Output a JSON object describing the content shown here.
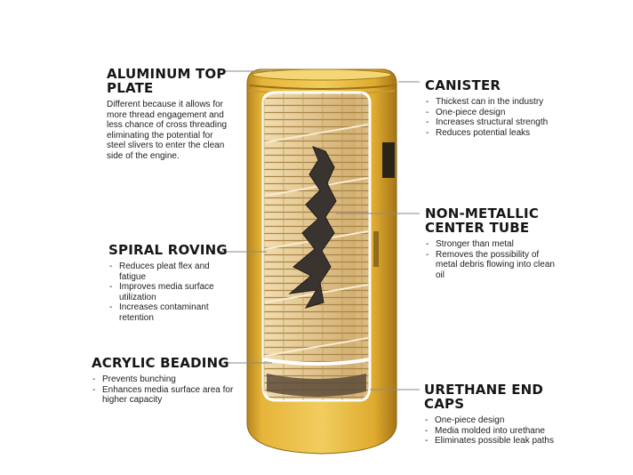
{
  "callouts": {
    "top_plate": {
      "title": "ALUMINUM TOP PLATE",
      "description": "Different because it allows for more thread engagement and less chance of cross threading eliminating the potential for steel slivers to enter the clean side of the engine."
    },
    "spiral_roving": {
      "title": "SPIRAL ROVING",
      "bullets": [
        "Reduces pleat flex and fatigue",
        "Improves media surface utilization",
        "Increases contaminant retention"
      ]
    },
    "acrylic_beading": {
      "title": "ACRYLIC BEADING",
      "bullets": [
        "Prevents bunching",
        "Enhances media surface area for higher capacity"
      ]
    },
    "canister": {
      "title": "CANISTER",
      "bullets": [
        "Thickest can in the industry",
        "One-piece design",
        "Increases structural strength",
        "Reduces potential leaks"
      ]
    },
    "center_tube": {
      "title": "NON-METALLIC CENTER TUBE",
      "bullets": [
        "Stronger than metal",
        "Removes the possibility of metal debris flowing into clean oil"
      ]
    },
    "end_caps": {
      "title": "URETHANE END CAPS",
      "bullets": [
        "One-piece design",
        "Media molded into urethane",
        "Eliminates possible leak paths"
      ]
    }
  },
  "colors": {
    "canister_yellow": "#e7b73c",
    "canister_dark": "#b8861c",
    "media": "#e9cf9c",
    "leader": "#8a8a8a"
  }
}
